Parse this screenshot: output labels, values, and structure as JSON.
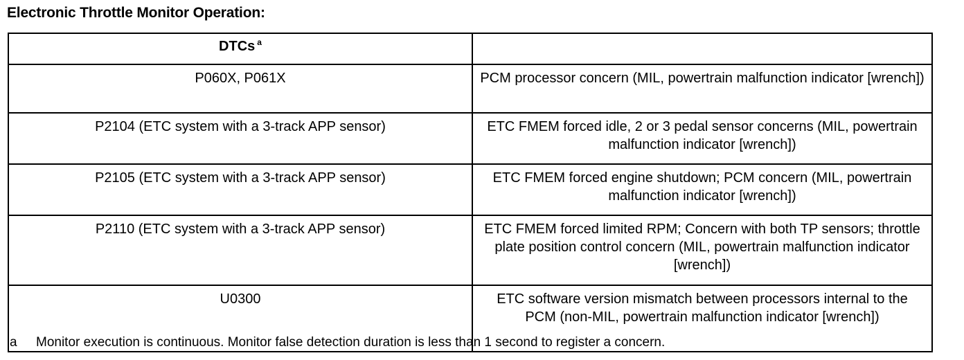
{
  "page": {
    "title": "Electronic Throttle Monitor Operation:"
  },
  "table": {
    "headers": {
      "dtcs": "DTCs",
      "dtcs_footnote_marker": "a",
      "description": ""
    },
    "rows": [
      {
        "dtc": "P060X, P061X",
        "description": "PCM processor concern (MIL, powertrain malfunction indicator [wrench])"
      },
      {
        "dtc": "P2104 (ETC system with a 3-track APP sensor)",
        "description": "ETC FMEM  forced idle, 2 or 3 pedal sensor concerns (MIL, powertrain malfunction indicator [wrench])"
      },
      {
        "dtc": "P2105 (ETC system with a 3-track APP sensor)",
        "description": "ETC FMEM  forced engine shutdown; PCM concern (MIL, powertrain malfunction indicator [wrench])"
      },
      {
        "dtc": "P2110 (ETC system with a 3-track APP sensor)",
        "description": "ETC FMEM  forced limited RPM; Concern with both TP sensors; throttle plate position control concern (MIL, powertrain malfunction indicator [wrench])"
      },
      {
        "dtc": "U0300",
        "description": "ETC software version mismatch between processors internal to the PCM (non-MIL, powertrain malfunction indicator [wrench])"
      }
    ]
  },
  "footnote": {
    "marker": "a",
    "text": "Monitor execution is continuous. Monitor false detection duration is less than 1 second to register a concern."
  }
}
